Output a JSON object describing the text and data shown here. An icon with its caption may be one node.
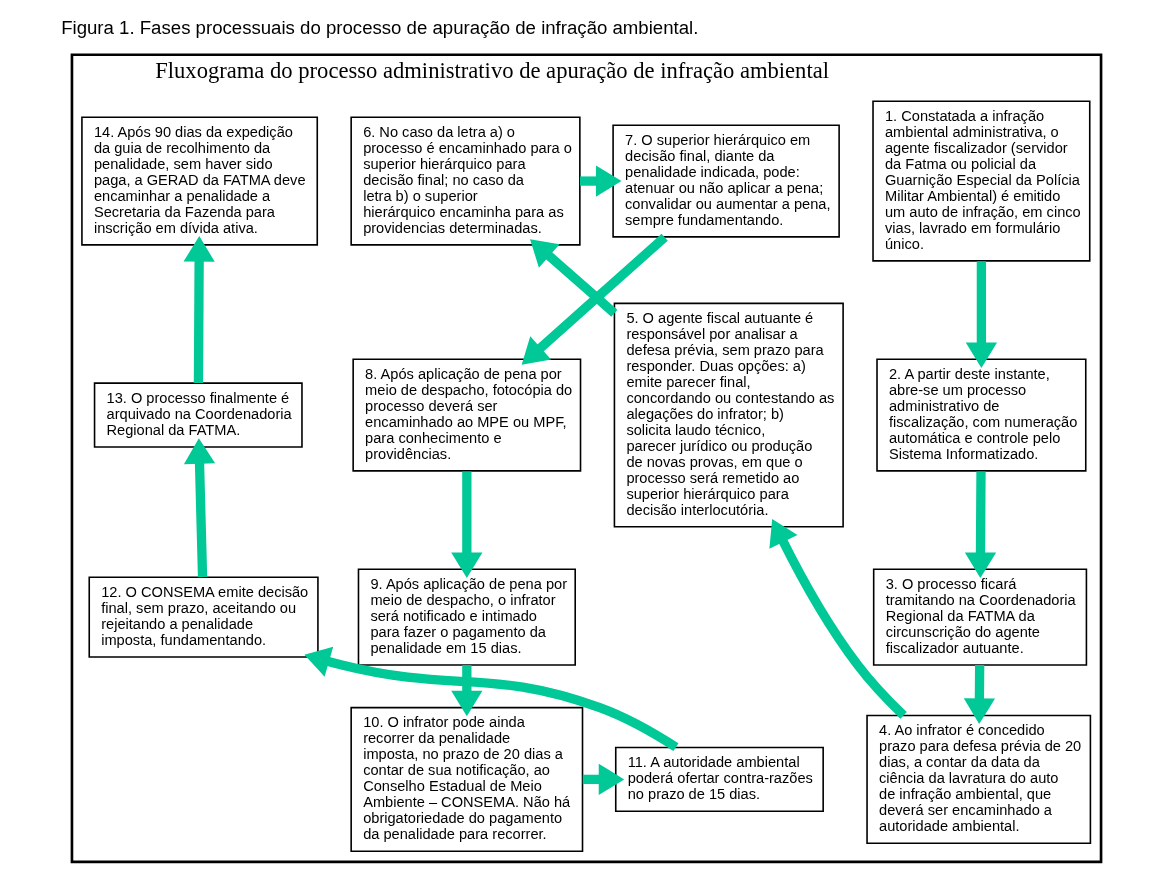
{
  "diagram": {
    "caption": "Figura 1. Fases processuais do processo de apuração de infração ambiental.",
    "nodes": [
      {
        "text": [
          "Fluxograma do processo administrativo de apuração de infração ambiental"
        ]
      },
      {
        "text": [
          "1. Constatada a infração ambiental administrativa, o agente fiscalizador (servidor da Fatma ou policial da Guarnição Especial da Polícia Militar Ambiental) é emitido um auto de infração, em cinco vias, lavrado em formulário único."
        ],
        "in": 0
      },
      {
        "text": [
          "2. A partir deste instante, abre-se um processo administrativo de fiscalização, com numeração automática e controle pelo Sistema Informatizado."
        ],
        "in": 0
      },
      {
        "text": [
          "3. O processo ficará tramitando na Coordenadoria Regional da FATMA da circunscrição do agente fiscalizador autuante."
        ],
        "in": 0
      },
      {
        "text": [
          "4. Ao infrator é concedido prazo para defesa prévia de 20 dias, a contar da data da ciência da lavratura do auto de infração ambiental, que deverá ser encaminhado a autoridade ambiental."
        ],
        "in": 0
      },
      {
        "text": [
          "5. O agente fiscal autuante é responsável por analisar a defesa prévia, sem prazo para responder. Duas opções: a) emite parecer final, concordando ou contestando as alegações do infrator; b) solicita laudo técnico, parecer jurídico ou produção de novas provas, em que o processo será remetido ao superior hierárquico para decisão interlocutória."
        ],
        "in": 0
      },
      {
        "text": [
          "6. No caso da letra a) o processo é encaminhado para o superior hierárquico para decisão final; no caso da letra b) o superior hierárquico encaminha para as providencias determinadas."
        ],
        "in": 0
      },
      {
        "text": [
          "7. O superior hierárquico em decisão final, diante da penalidade indicada, pode: atenuar ou não aplicar a pena; convalidar ou aumentar a pena, sempre fundamentando."
        ],
        "in": 0
      },
      {
        "text": [
          "8. Após aplicação de pena por meio de despacho, fotocópia do processo deverá ser encaminhado ao MPE ou MPF, para conhecimento e providências."
        ],
        "in": 0
      },
      {
        "text": [
          "9. Após aplicação de pena por meio de despacho, o infrator será notificado e intimado para fazer o pagamento da penalidade em 15 dias."
        ],
        "in": 0
      },
      {
        "text": [
          "10. O infrator pode ainda recorrer da penalidade imposta, no prazo de 20 dias a contar de sua notificação, ao Conselho Estadual de Meio Ambiente – CONSEMA. Não há obrigatoriedade do pagamento da penalidade para recorrer."
        ],
        "in": 0
      },
      {
        "text": [
          "11. A autoridade ambiental poderá ofertar contra-razões no prazo de 15 dias."
        ],
        "in": 0
      },
      {
        "text": [
          "12. O CONSEMA emite decisão final, sem prazo, aceitando ou rejeitando a penalidade imposta, fundamentando."
        ],
        "in": 0
      },
      {
        "text": [
          "13. O processo finalmente é arquivado na Coordenadoria Regional da FATMA."
        ],
        "in": 0
      },
      {
        "text": [
          "14. Após 90 dias da expedição da guia de recolhimento da penalidade, sem haver sido paga, a GERAD da FATMA deve encaminhar a penalidade a Secretaria da Fazenda para inscrição em dívida ativa."
        ],
        "in": 0
      }
    ],
    "edges": [
      {
        "from": 1,
        "to": 2,
        "arrow": "to"
      },
      {
        "from": 2,
        "to": 3,
        "arrow": "to"
      },
      {
        "from": 3,
        "to": 4,
        "arrow": "to"
      },
      {
        "from": 4,
        "to": 5,
        "arrow": "to"
      },
      {
        "from": 5,
        "to": 6,
        "arrow": "to"
      },
      {
        "from": 6,
        "to": 7,
        "arrow": "to"
      },
      {
        "from": 7,
        "to": 8,
        "arrow": "to"
      },
      {
        "from": 8,
        "to": 9,
        "arrow": "to"
      },
      {
        "from": 9,
        "to": 10,
        "arrow": "to"
      },
      {
        "from": 10,
        "to": 11,
        "arrow": "to"
      },
      {
        "from": 11,
        "to": 12,
        "arrow": "to"
      },
      {
        "from": 12,
        "to": 13,
        "arrow": "to"
      },
      {
        "from": 13,
        "to": 14,
        "arrow": "to"
      }
    ]
  }
}
